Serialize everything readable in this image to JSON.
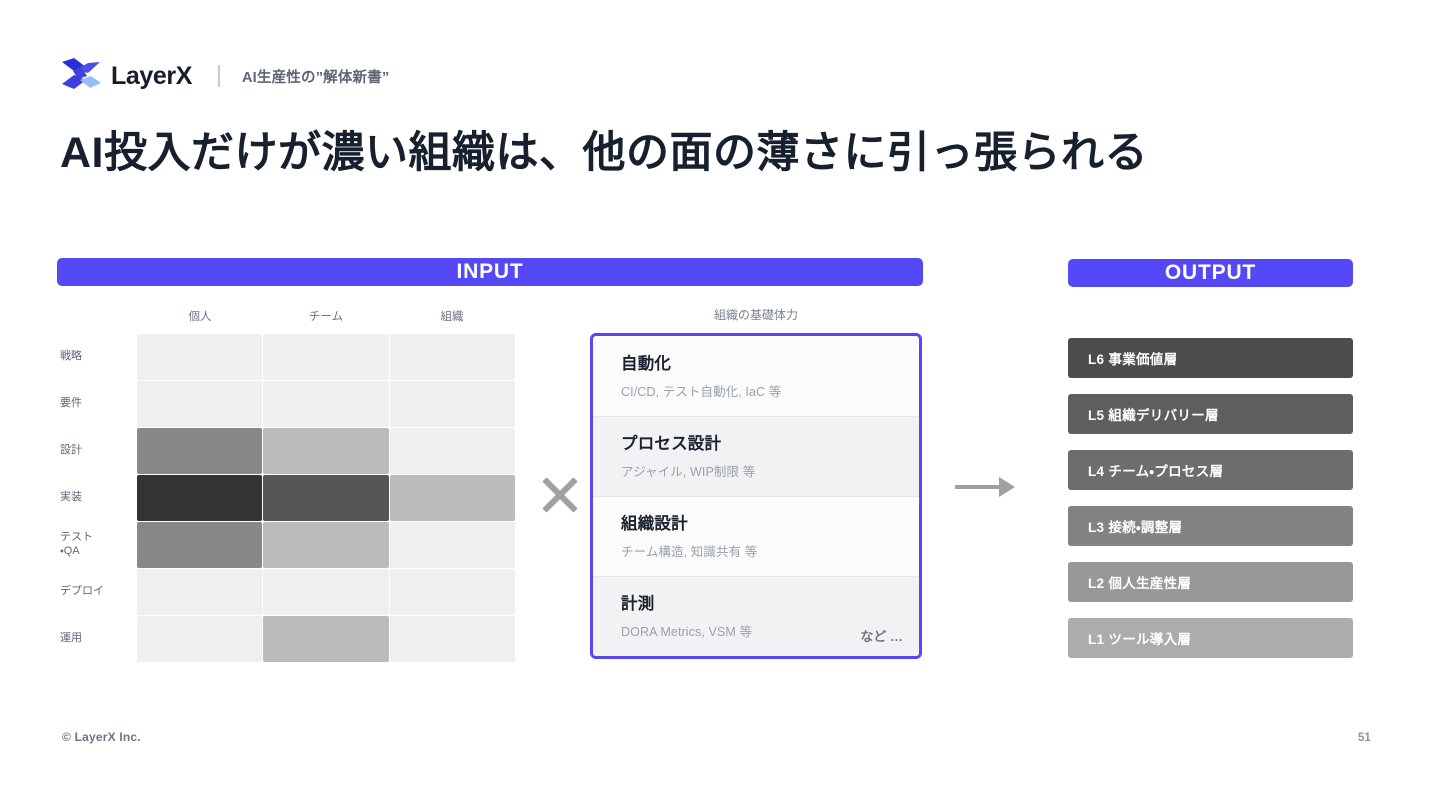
{
  "header": {
    "brand": "LayerX",
    "subtitle": "AI生産性の”解体新書”",
    "logo_icon": "layerx-x-mark-icon"
  },
  "title": "AI投入だけが濃い組織は、他の面の薄さに引っ張られる",
  "sections": {
    "input_label": "INPUT",
    "output_label": "OUTPUT"
  },
  "matrix": {
    "columns": [
      "個人",
      "チーム",
      "組織"
    ],
    "rows": [
      {
        "label": "戦略",
        "values": [
          "#efefef",
          "#efefef",
          "#efefef"
        ]
      },
      {
        "label": "要件",
        "values": [
          "#efefef",
          "#efefef",
          "#efefef"
        ]
      },
      {
        "label": "設計",
        "values": [
          "#888888",
          "#bbbbbb",
          "#efefef"
        ]
      },
      {
        "label": "実装",
        "values": [
          "#333333",
          "#555555",
          "#bbbbbb"
        ]
      },
      {
        "label": "テスト\n・QA",
        "values": [
          "#888888",
          "#bbbbbb",
          "#efefef"
        ]
      },
      {
        "label": "デプロイ",
        "values": [
          "#efefef",
          "#efefef",
          "#efefef"
        ]
      },
      {
        "label": "運用",
        "values": [
          "#efefef",
          "#bbbbbb",
          "#efefef"
        ]
      }
    ]
  },
  "operators": {
    "multiply": "×",
    "arrow": "→"
  },
  "card": {
    "caption": "組織の基礎体力",
    "etc_label": "など …",
    "items": [
      {
        "title": "自動化",
        "subtitle": "CI/CD, テスト自動化, IaC 等"
      },
      {
        "title": "プロセス設計",
        "subtitle": "アジャイル, WIP制限 等"
      },
      {
        "title": "組織設計",
        "subtitle": "チーム構造, 知識共有 等"
      },
      {
        "title": "計測",
        "subtitle": "DORA Metrics, VSM 等"
      }
    ]
  },
  "output_layers": [
    {
      "label": "L6 事業価値層",
      "color": "#4d4d4d"
    },
    {
      "label": "L5 組織デリバリー層",
      "color": "#5e5e5e"
    },
    {
      "label": "L4 チーム・プロセス層",
      "color": "#6d6d6d"
    },
    {
      "label": "L3 接続・調整層",
      "color": "#838383"
    },
    {
      "label": "L2 個人生産性層",
      "color": "#989898"
    },
    {
      "label": "L1 ツール導入層",
      "color": "#acacac"
    }
  ],
  "footer": {
    "copyright": "© LayerX Inc.",
    "page_number": "51"
  },
  "colors": {
    "accent": "#5448f7",
    "title": "#16202e",
    "muted": "#6d7486"
  }
}
